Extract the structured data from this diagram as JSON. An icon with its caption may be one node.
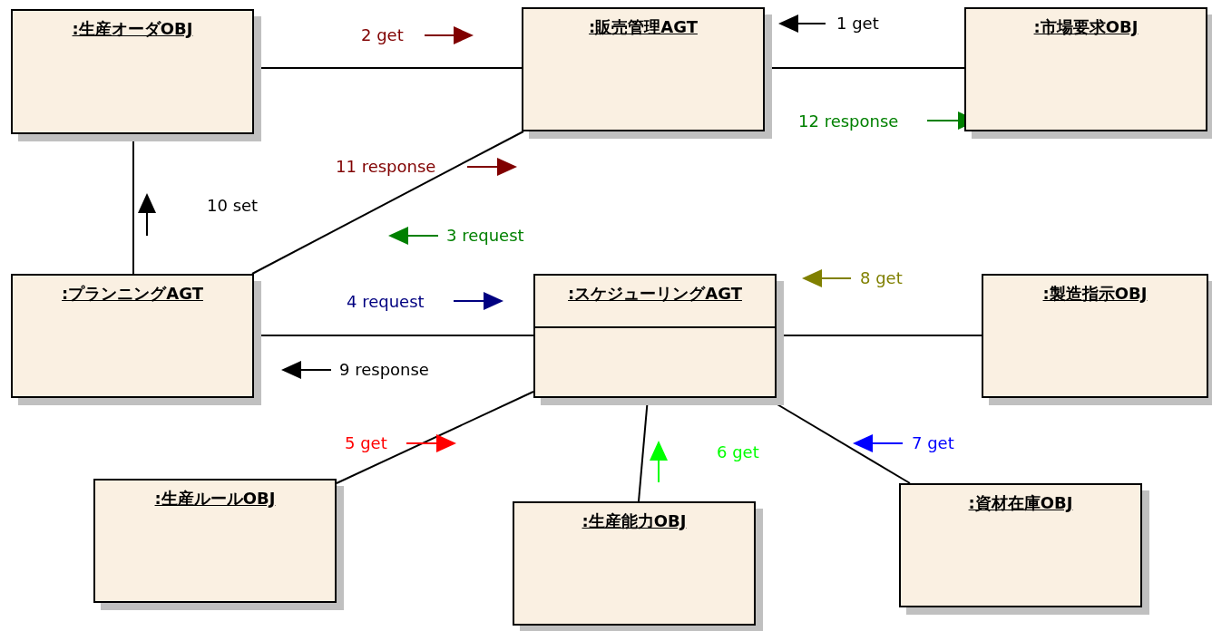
{
  "diagram": {
    "nodes": [
      {
        "text": [
          ":生産オーダOBJ"
        ]
      },
      {
        "text": [
          ":販売管理AGT"
        ]
      },
      {
        "text": [
          ":市場要求OBJ"
        ]
      },
      {
        "text": [
          ":プランニングAGT"
        ]
      },
      {
        "text": [
          ":スケジューリングAGT"
        ]
      },
      {
        "text": [
          ":製造指示OBJ"
        ]
      },
      {
        "text": [
          ":生産ルールOBJ"
        ]
      },
      {
        "text": [
          ":生産能力OBJ"
        ]
      },
      {
        "text": [
          ":資材在庫OBJ"
        ]
      }
    ],
    "edges": [
      {
        "from": 0,
        "to": 1,
        "arrow": "none"
      },
      {
        "from": 1,
        "to": 2,
        "arrow": "none"
      },
      {
        "from": 0,
        "to": 3,
        "arrow": "none"
      },
      {
        "from": 3,
        "to": 1,
        "arrow": "none"
      },
      {
        "from": 3,
        "to": 4,
        "arrow": "none"
      },
      {
        "from": 4,
        "to": 5,
        "arrow": "none"
      },
      {
        "from": 4,
        "to": 6,
        "arrow": "none"
      },
      {
        "from": 4,
        "to": 7,
        "arrow": "none"
      },
      {
        "from": 4,
        "to": 8,
        "arrow": "none"
      }
    ],
    "labels": [
      "2 get",
      "1 get",
      "12 response",
      "11 response",
      "10 set",
      "3 request",
      "8 get",
      "4 request",
      "9 response",
      "5 get",
      "6 get",
      "7 get"
    ]
  }
}
